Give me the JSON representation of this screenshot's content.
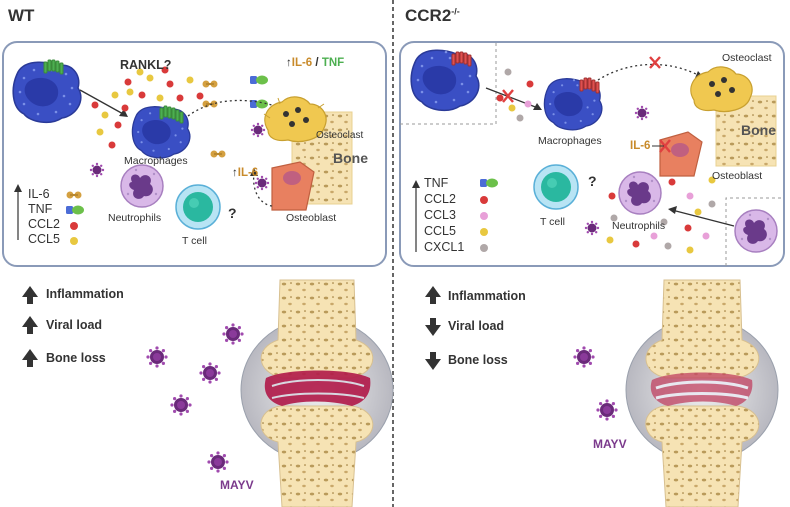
{
  "wt": {
    "title": "WT",
    "rankl": "RANKL?",
    "il6_up": "IL-6",
    "slash": "/",
    "tnf": "TNF",
    "osteoclast": "Osteoclast",
    "bone": "Bone",
    "macrophages": "Macrophages",
    "il6_2": "IL-6",
    "osteoblast": "Osteoblast",
    "neutrophils": "Neutrophils",
    "tcell": "T cell",
    "question": "?",
    "legend": [
      "IL-6",
      "TNF",
      "CCL2",
      "CCL5"
    ],
    "effects": [
      "Inflammation",
      "Viral load",
      "Bone loss"
    ],
    "virus": "MAYV"
  },
  "ccr2": {
    "title": "CCR2",
    "title_sup": "-/-",
    "osteoclast": "Osteoclast",
    "bone": "Bone",
    "macrophages": "Macrophages",
    "il6": "IL-6",
    "osteoblast": "Osteoblast",
    "tcell": "T cell",
    "question": "?",
    "neutrophils": "Neutrophils",
    "legend": [
      "TNF",
      "CCL2",
      "CCL3",
      "CCL5",
      "CXCL1"
    ],
    "effects": [
      "Inflammation",
      "Viral load",
      "Bone loss"
    ],
    "virus": "MAYV"
  },
  "colors": {
    "panel_border": "#8a9ab8",
    "macrophage": "#3a4fc4",
    "receptor_green": "#4caf50",
    "receptor_red": "#e05050",
    "il6": "#d4a040",
    "tnf_a": "#4b6cd6",
    "tnf_b": "#6cc04a",
    "ccl2": "#d93a3a",
    "ccl3": "#e8a0d8",
    "ccl5": "#e8c840",
    "cxcl1": "#b0a8a8",
    "virus": "#6a2a7a",
    "osteoclast": "#f0c850",
    "osteoblast": "#e88060",
    "bone": "#f5deb0",
    "mayv_text": "#7b3a8c",
    "tnf_text": "#4caf50",
    "il6_text": "#c88a2a"
  }
}
